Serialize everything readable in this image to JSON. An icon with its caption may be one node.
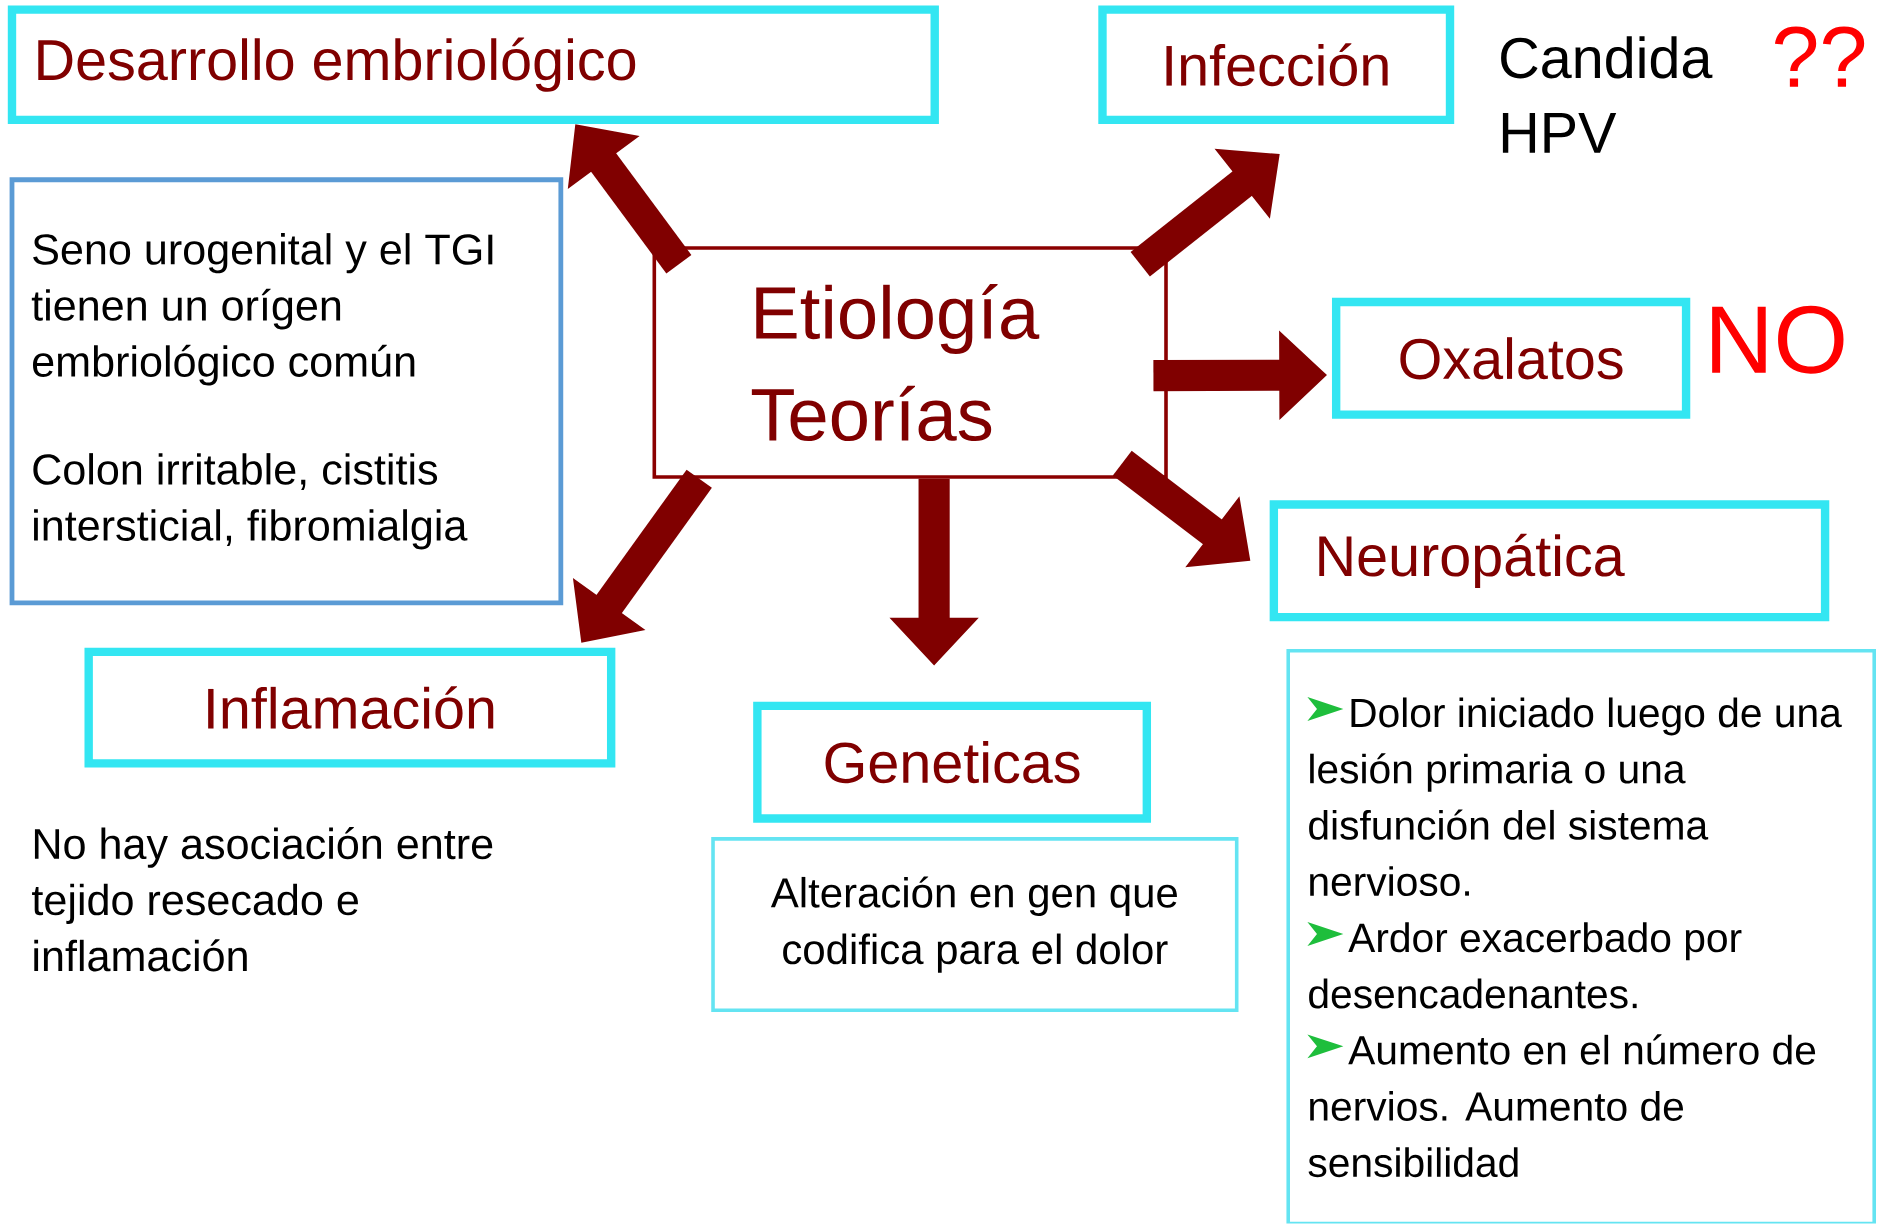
{
  "diagram": {
    "nodes": [
      {
        "text": [
          "Etiología Teorías"
        ]
      },
      {
        "text": [
          "Desarrollo embriológico"
        ]
      },
      {
        "text": [
          "Infección"
        ],
        "beside": [
          "Candida HPV",
          "??"
        ]
      },
      {
        "text": [
          "Oxalatos"
        ],
        "beside": [
          "NO"
        ]
      },
      {
        "text": [
          "Neuropática"
        ]
      },
      {
        "text": [
          "Geneticas"
        ]
      },
      {
        "text": [
          "Inflamación"
        ],
        "beside": [
          "No hay asociación entre tejido resecado e inflamación"
        ]
      },
      {
        "text": [
          "Seno urogenital y el TGI tienen un orígen embriológico común",
          "Colon irritable, cistitis intersticial, fibromialgia"
        ]
      },
      {
        "text": [
          "Alteración en gen que codifica para el dolor"
        ]
      },
      {
        "text": [
          "Dolor iniciado luego de una lesión primaria o una disfunción del sistema nervioso.",
          "Ardor exacerbado por desencadenantes.",
          "Aumento en el número de nervios. Aumento de sensibilidad"
        ]
      }
    ],
    "edges": [
      {
        "from": 0,
        "to": 1,
        "arrow": "to"
      },
      {
        "from": 0,
        "to": 2,
        "arrow": "to"
      },
      {
        "from": 0,
        "to": 3,
        "arrow": "to"
      },
      {
        "from": 0,
        "to": 4,
        "arrow": "to"
      },
      {
        "from": 0,
        "to": 5,
        "arrow": "to"
      },
      {
        "from": 0,
        "to": 6,
        "arrow": "to"
      }
    ]
  }
}
